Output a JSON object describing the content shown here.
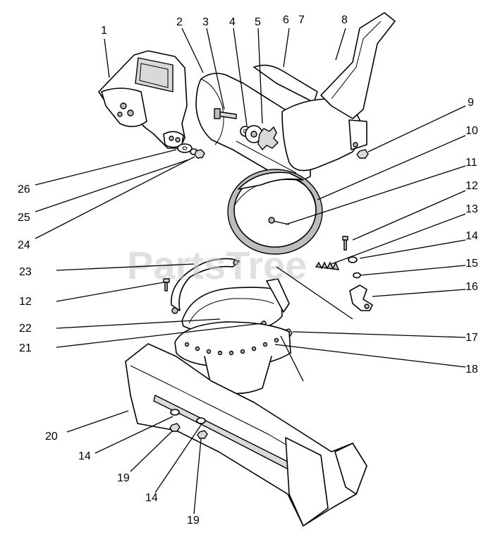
{
  "watermark": "PartsTree",
  "callouts": [
    {
      "id": "c1",
      "label": "1"
    },
    {
      "id": "c2",
      "label": "2"
    },
    {
      "id": "c3",
      "label": "3"
    },
    {
      "id": "c4",
      "label": "4"
    },
    {
      "id": "c5",
      "label": "5"
    },
    {
      "id": "c6",
      "label": "6"
    },
    {
      "id": "c7",
      "label": "7"
    },
    {
      "id": "c8",
      "label": "8"
    },
    {
      "id": "c9",
      "label": "9"
    },
    {
      "id": "c10",
      "label": "10"
    },
    {
      "id": "c11",
      "label": "11"
    },
    {
      "id": "c12a",
      "label": "12"
    },
    {
      "id": "c13",
      "label": "13"
    },
    {
      "id": "c14a",
      "label": "14"
    },
    {
      "id": "c15",
      "label": "15"
    },
    {
      "id": "c16",
      "label": "16"
    },
    {
      "id": "c12b",
      "label": "12"
    },
    {
      "id": "c23",
      "label": "23"
    },
    {
      "id": "c22",
      "label": "22"
    },
    {
      "id": "c21",
      "label": "21"
    },
    {
      "id": "c17",
      "label": "17"
    },
    {
      "id": "c18",
      "label": "18"
    },
    {
      "id": "c20",
      "label": "20"
    },
    {
      "id": "c14b",
      "label": "14"
    },
    {
      "id": "c19a",
      "label": "19"
    },
    {
      "id": "c14c",
      "label": "14"
    },
    {
      "id": "c19b",
      "label": "19"
    },
    {
      "id": "c26",
      "label": "26"
    },
    {
      "id": "c25",
      "label": "25"
    },
    {
      "id": "c24",
      "label": "24"
    }
  ]
}
